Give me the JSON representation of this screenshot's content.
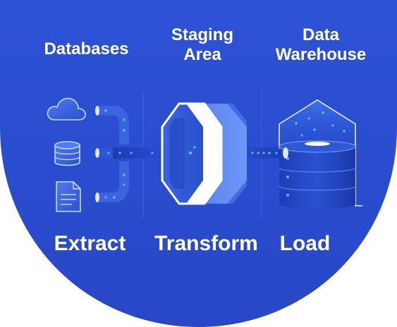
{
  "colors": {
    "background": "#2B4FD1",
    "accent_green": "#3FE6A4",
    "accent_blue": "#6EA8FF",
    "text": "#FFFFFF"
  },
  "columns": {
    "databases": {
      "title": "Databases",
      "icons": [
        "cloud-icon",
        "database-icon",
        "document-icon"
      ]
    },
    "staging": {
      "title_line1": "Staging",
      "title_line2": "Area"
    },
    "warehouse": {
      "title_line1": "Data",
      "title_line2": "Warehouse"
    }
  },
  "steps": {
    "extract": "Extract",
    "transform": "Transform",
    "load": "Load"
  }
}
